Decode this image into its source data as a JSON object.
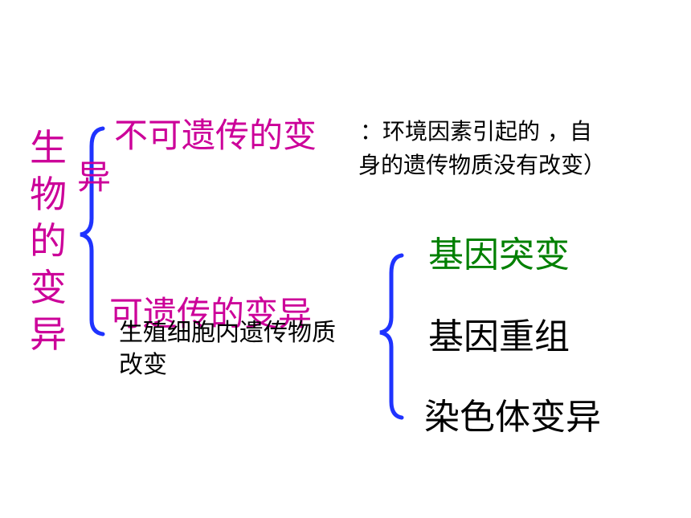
{
  "colors": {
    "magenta": "#cc0099",
    "green": "#008000",
    "black": "#000000",
    "blue": "#1f33ff"
  },
  "title_vertical": "生物的变异",
  "branch_nonheritable": {
    "label_part1": "不可遗传的变",
    "label_part2": "异",
    "note_line1": "：环境因素引起的 ，自",
    "note_line2": "身的遗传物质没有改变）"
  },
  "branch_heritable": {
    "label": "可遗传的变异",
    "note_line1": "生殖细胞内遗传物质",
    "note_line2": "改变"
  },
  "sub_types": [
    {
      "label": "基因突变"
    },
    {
      "label": "基因重组"
    },
    {
      "label": "染色体变异"
    }
  ]
}
